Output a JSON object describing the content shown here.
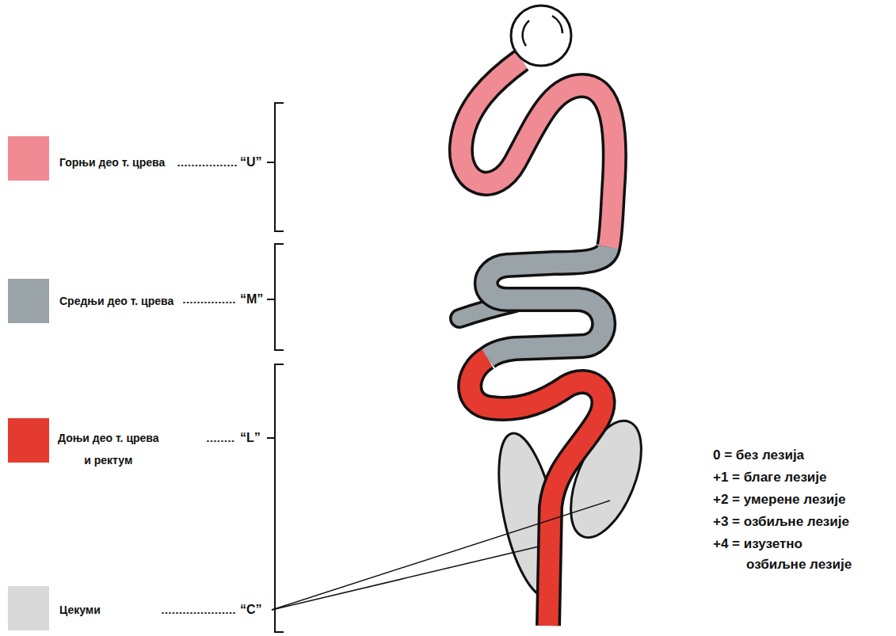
{
  "diagram": {
    "labels": [
      "“U”",
      "“M”",
      "“L”",
      "“C”",
      "0 = без лезија",
      "+1 = благе лезије",
      "+2 = умерене лезије",
      "+3 = озбиљне лезије",
      "+4 = изузетно озбиљне лезије"
    ],
    "legend": [
      {
        "text": "Горњи део т. црева",
        "color": "#f08b94"
      },
      {
        "text": "Средњи део т. црева",
        "color": "#9aa3a7"
      },
      {
        "text": "Доњи део т. црева и ректум",
        "color": "#e53a30"
      },
      {
        "text": "Цекуми",
        "color": "#d9d9d9"
      }
    ]
  }
}
